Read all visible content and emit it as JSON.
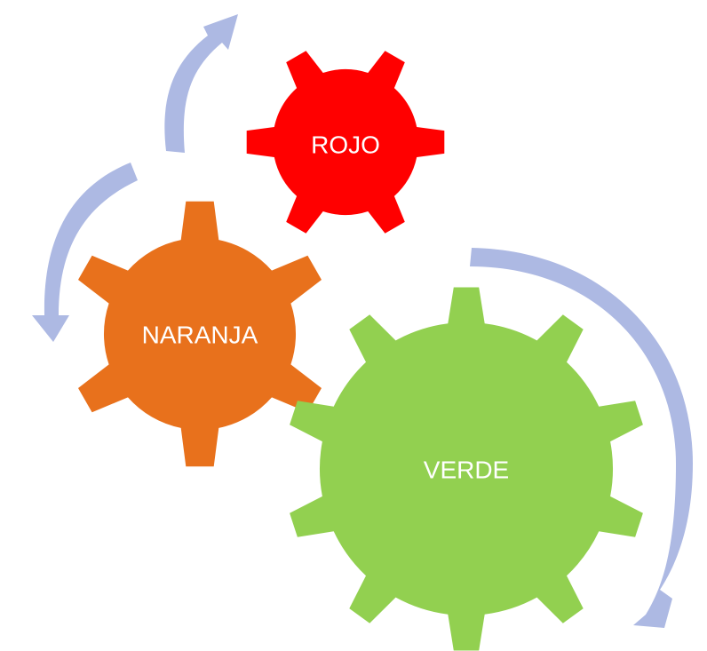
{
  "diagram": {
    "gears": [
      {
        "id": "rojo",
        "label": "ROJO",
        "color": "#ff0000"
      },
      {
        "id": "naranja",
        "label": "NARANJA",
        "color": "#e8711c"
      },
      {
        "id": "verde",
        "label": "VERDE",
        "color": "#92d050"
      }
    ],
    "arrow_color": "#adb9e3",
    "background_color": "#ffffff"
  }
}
